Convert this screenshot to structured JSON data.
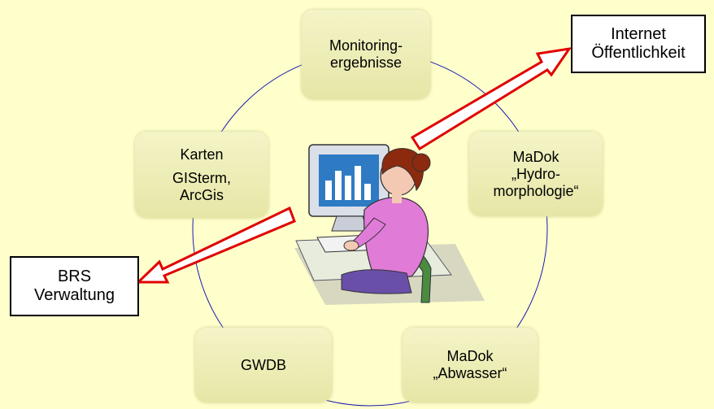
{
  "nodes": {
    "monitoring": {
      "line1": "Monitoring-",
      "line2": "ergebnisse"
    },
    "madok_hydro": {
      "line1": "MaDok",
      "line2": "„Hydro-",
      "line3": "morphologie“"
    },
    "karten": {
      "line1": "Karten",
      "line2": "GISterm,",
      "line3": "ArcGis"
    },
    "gwdb": {
      "line1": "GWDB"
    },
    "madok_abwasser": {
      "line1": "MaDok",
      "line2": "„Abwasser“"
    }
  },
  "targets": {
    "internet": {
      "line1": "Internet",
      "line2": "Öffentlichkeit"
    },
    "brs": {
      "line1": "BRS",
      "line2": "Verwaltung"
    }
  },
  "colors": {
    "background": "#FFFFCC",
    "ring": "#1A1AB0",
    "arrow": "#E00000",
    "node_fill": "#EBEBB0"
  },
  "icons": {
    "center": "person-at-computer-clipart"
  }
}
